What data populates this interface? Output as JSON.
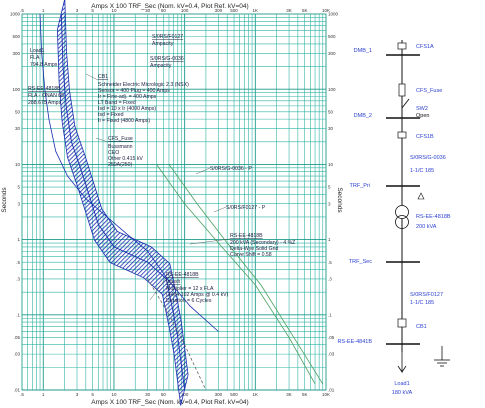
{
  "chart_data": {
    "type": "line",
    "title": "Amps X 100  TRF_Sec (Nom. kV=0.4, Plot Ref. kV=04)",
    "xlabel_top": "Amps X 100  TRF_Sec (Nom. kV=0.4, Plot Ref. kV=04)",
    "xlabel_bottom": "Amps X 100  TRF_Sec (Nom. kV=0.4, Plot Ref. kV=04)",
    "ylabel": "Seconds",
    "x_scale": "log",
    "y_scale": "log",
    "xlim": [
      0.5,
      10000
    ],
    "ylim": [
      0.01,
      1000
    ],
    "x_ticks": [
      ".5",
      "1",
      "3",
      "5",
      "10",
      "30",
      "50",
      "100",
      "300",
      "500",
      "1K",
      "3K",
      "5K",
      "10K"
    ],
    "y_ticks": [
      "1000",
      "500",
      "300",
      "100",
      "50",
      "30",
      "10",
      "5",
      "3",
      "1",
      ".5",
      ".3",
      ".1",
      ".05",
      ".03",
      ".01"
    ],
    "grid": true,
    "series": [
      {
        "name": "RS-EE-4818B",
        "color": "#1a2fb0",
        "points": [
          [
            0.9,
            1000
          ],
          [
            0.95,
            300
          ],
          [
            1.05,
            100
          ],
          [
            1.2,
            40
          ],
          [
            1.5,
            15
          ],
          [
            2.2,
            7
          ],
          [
            4,
            3.5
          ],
          [
            8,
            2
          ],
          [
            15,
            1.2
          ],
          [
            30,
            0.7
          ],
          [
            60,
            0.28
          ],
          [
            120,
            0.13
          ],
          [
            300,
            0.06
          ]
        ]
      },
      {
        "name": "CB1",
        "color": "#1a2fb0",
        "band": true,
        "points": [
          [
            1.8,
            1000
          ],
          [
            1.9,
            200
          ],
          [
            2.1,
            60
          ],
          [
            2.5,
            20
          ],
          [
            3.5,
            8
          ],
          [
            6,
            1.6
          ],
          [
            10,
            0.8
          ],
          [
            30,
            0.5
          ],
          [
            55,
            0.3
          ],
          [
            70,
            0.1
          ],
          [
            80,
            0.05
          ],
          [
            100,
            0.01
          ]
        ]
      },
      {
        "name": "S/0RS/G-0036",
        "color": "#4aa060",
        "points": [
          [
            40,
            10
          ],
          [
            100,
            3
          ],
          [
            300,
            0.9
          ],
          [
            1000,
            0.25
          ],
          [
            3000,
            0.05
          ],
          [
            7000,
            0.012
          ]
        ]
      },
      {
        "name": "S/0RS/F0127",
        "color": "#4aa060",
        "points": [
          [
            60,
            10
          ],
          [
            150,
            3
          ],
          [
            400,
            0.9
          ],
          [
            1200,
            0.25
          ],
          [
            3500,
            0.05
          ],
          [
            9000,
            0.012
          ]
        ]
      },
      {
        "name": "RS-EE-4818B Inrush",
        "color": "#666666",
        "dashed": true,
        "points": [
          [
            30,
            0.3
          ],
          [
            60,
            0.1
          ],
          [
            100,
            0.04
          ],
          [
            200,
            0.01
          ]
        ]
      }
    ]
  },
  "annotations": {
    "load1": [
      "Load1",
      "FLA",
      "794.8 Amps"
    ],
    "rs_ee_fla": [
      "RS-EE-4818B",
      "FLA - ONAN 65",
      "288.675 Amps"
    ],
    "cb1": [
      "CB1",
      "Schneider Electric Micrologic 2.3 (NSX)",
      "Sensor = 400 Plug = 400 Amps",
      "Ir = Fine-adj. = 400 Amps",
      "LT Band = Fixed",
      "Isd = 10 x Ir (4000 Amps)",
      "tsd = Fixed",
      "Ii = Fixed (4800 Amps)"
    ],
    "cfs_fuse": [
      "CFS_Fuse",
      "Bussmann",
      "CEO",
      "Other 0.415 kV",
      "250A(250)"
    ],
    "s0rsf0127_amp": [
      "S/0RS/F0127",
      "Ampacity"
    ],
    "s0rsg0036_amp": [
      "S/0RS/G-0036",
      "Ampacity"
    ],
    "s0rsg0036_p": "S/0RS/G-0036 - P",
    "s0rsf0127_p": "S/0RS/F0127 - P",
    "rs_ee_damage": [
      "RS-EE-4818B",
      "200 kVA (Secondary) - 4 %Z",
      "Delta-Wye Solid Gnd",
      "Curve Shift = 0.58"
    ],
    "rs_ee_inrush": [
      "RS-EE-4818B",
      "Inrush",
      "Multiplier = 12 x FLA",
      "(3464.102 Amps @ 0.4 kV)",
      "Duration = 6 Cycles"
    ]
  },
  "single_line": {
    "dmb_1": "DMB_1",
    "cfs1a": "CFS1A",
    "cfs_fuse": "CFS_Fuse",
    "dmb_2": "DMB_2",
    "sw2": "SW2",
    "sw2_state": "Open",
    "cfs1b": "CFS1B",
    "cable1": "S/0RS/G-0036",
    "cable1_spec": "1-1/C 185",
    "trf_pri": "TRF_Pri",
    "xfmr": "RS-EE-4818B",
    "xfmr_rating": "200 kVA",
    "trf_sec": "TRF_Sec",
    "cable2": "S/0RS/F0127",
    "cable2_spec": "1-1/C 185",
    "cb1": "CB1",
    "bus": "RS-EE-4841B",
    "load": "Load1",
    "load_rating": "180 kVA"
  },
  "colors": {
    "grid": "#2fb3a3",
    "device": "#1a2fb0",
    "cable": "#4aa060",
    "sld_text": "#2a3fd1"
  }
}
